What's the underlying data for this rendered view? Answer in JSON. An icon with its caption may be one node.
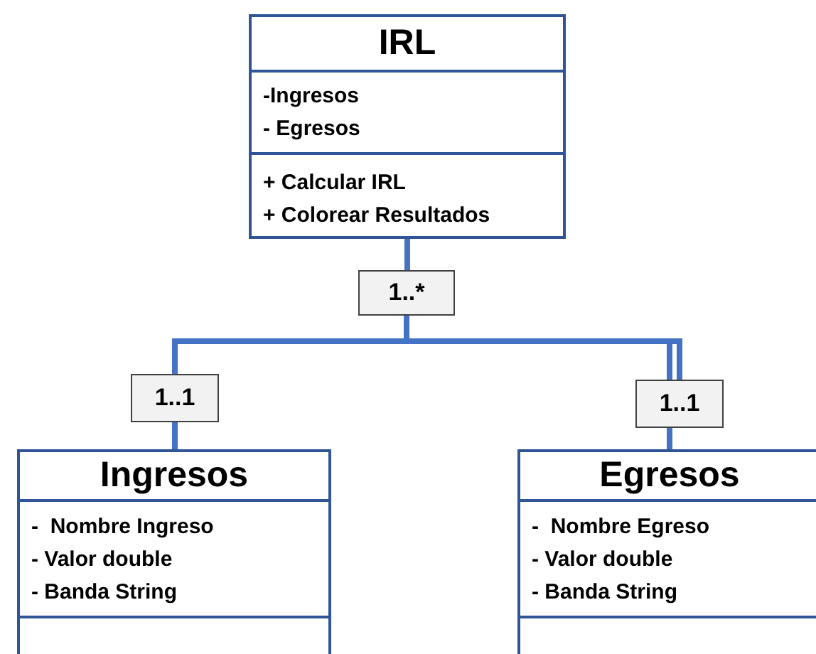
{
  "diagram": {
    "nodes": [
      {
        "text": [
          "IRL",
          "-Ingresos",
          "- Egresos",
          "+ Calcular IRL",
          "+ Colorear Resultados"
        ]
      },
      {
        "text": [
          "1..*"
        ]
      },
      {
        "text": [
          "1..1"
        ]
      },
      {
        "text": [
          "1..1"
        ]
      },
      {
        "text": [
          "Ingresos",
          "-  Nombre Ingreso",
          "- Valor double",
          "- Banda String"
        ]
      },
      {
        "text": [
          "Egresos",
          "-  Nombre Egreso",
          "- Valor double",
          "- Banda String"
        ]
      }
    ],
    "edges": [
      {
        "from": 0,
        "to": 1,
        "arrow": "none"
      },
      {
        "from": 1,
        "to": 2,
        "arrow": "none"
      },
      {
        "from": 1,
        "to": 3,
        "arrow": "none"
      },
      {
        "from": 2,
        "to": 4,
        "arrow": "none"
      },
      {
        "from": 3,
        "to": 5,
        "arrow": "none"
      }
    ]
  }
}
